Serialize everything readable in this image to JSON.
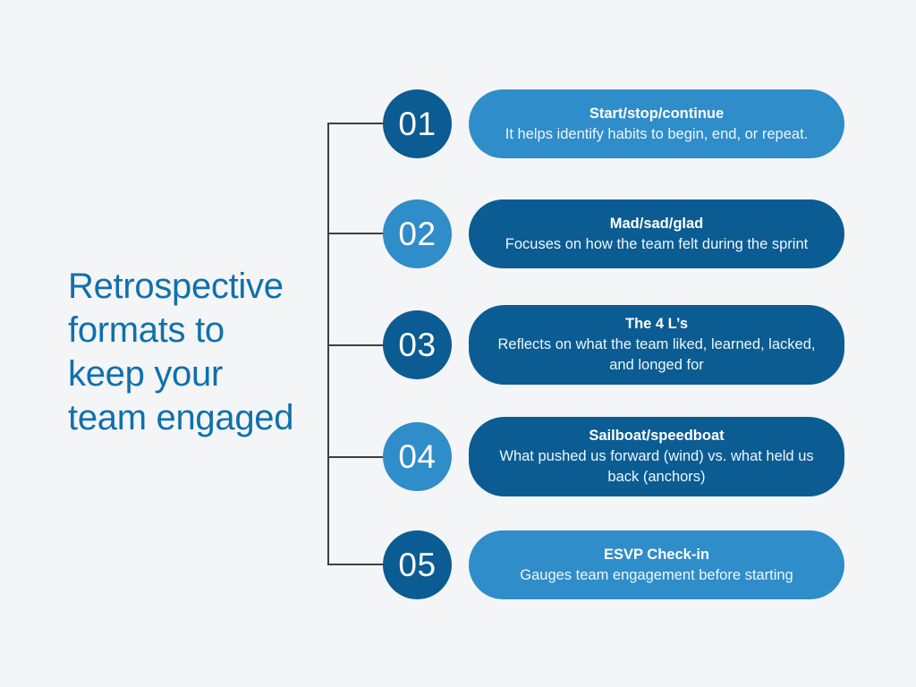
{
  "background_color": "#f4f5f7",
  "palette": {
    "dark_blue": "#0b5c92",
    "light_blue": "#2f8dc9",
    "title_blue": "#1070ac",
    "line": "#3b4045",
    "text_on_blue": "#ffffff"
  },
  "title": "Retrospective\nformats to\nkeep your\nteam engaged",
  "items": [
    {
      "number": "01",
      "title": "Start/stop/continue",
      "description": "It helps identify habits to begin, end, or repeat.",
      "circle_style": "dark",
      "pill_style": "light"
    },
    {
      "number": "02",
      "title": "Mad/sad/glad",
      "description": "Focuses on how the team felt during the sprint",
      "circle_style": "light",
      "pill_style": "dark"
    },
    {
      "number": "03",
      "title": "The 4 L’s",
      "description": "Reflects on what the team liked, learned, lacked, and longed for",
      "circle_style": "dark",
      "pill_style": "dark"
    },
    {
      "number": "04",
      "title": "Sailboat/speedboat",
      "description": "What pushed us forward (wind) vs. what held us back (anchors)",
      "circle_style": "light",
      "pill_style": "dark"
    },
    {
      "number": "05",
      "title": "ESVP Check-in",
      "description": "Gauges team engagement before starting",
      "circle_style": "dark",
      "pill_style": "light"
    }
  ]
}
